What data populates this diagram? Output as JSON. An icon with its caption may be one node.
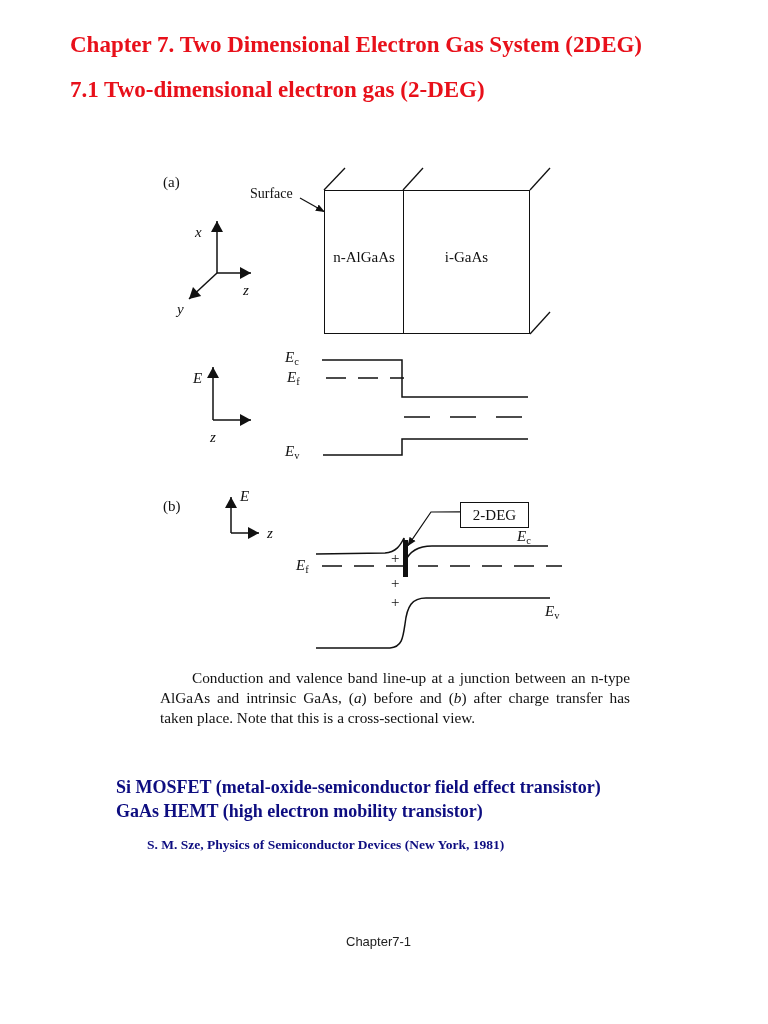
{
  "diagram": {
    "title": "Chapter 7. Two Dimensional Electron Gas System (2DEG)",
    "caption": "Conduction and valence band line-up at a junction between an n-type AlGaAs and intrinsic GaAs, (*a*) before and (*b*) after charge transfer has taken place. Note that this is a cross-sectional view.",
    "nodes": [
      {
        "text": [
          "Surface"
        ]
      },
      {
        "text": [
          "n-AlGaAs"
        ]
      },
      {
        "text": [
          "i-GaAs"
        ]
      },
      {
        "text": [
          "2-DEG"
        ]
      },
      {
        "text": [],
        "shape": "bar"
      }
    ],
    "edges": [
      {
        "from": 0,
        "to": 1,
        "arrow": "to"
      },
      {
        "from": 3,
        "to": 4,
        "arrow": "to"
      }
    ],
    "labels": [
      "7.1 Two-dimensional electron gas (2-DEG)",
      "(a)",
      "x",
      "z",
      "y",
      "*E*$_{c}$",
      "*E*$_{f}$",
      "E",
      "z",
      "*E*$_{v}$",
      "(b)",
      "E",
      "z",
      "*E*$_{c}$",
      "*E*$_{f}$",
      "+",
      "+",
      "+",
      "*E*$_{v}$",
      "Si MOSFET (metal-oxide-semiconductor field effect transistor)",
      "GaAs HEMT (high electron mobility transistor)",
      "S. M. Sze, Physics of Semiconductor Devices (New York, 1981)",
      "Chapter7-1"
    ]
  }
}
